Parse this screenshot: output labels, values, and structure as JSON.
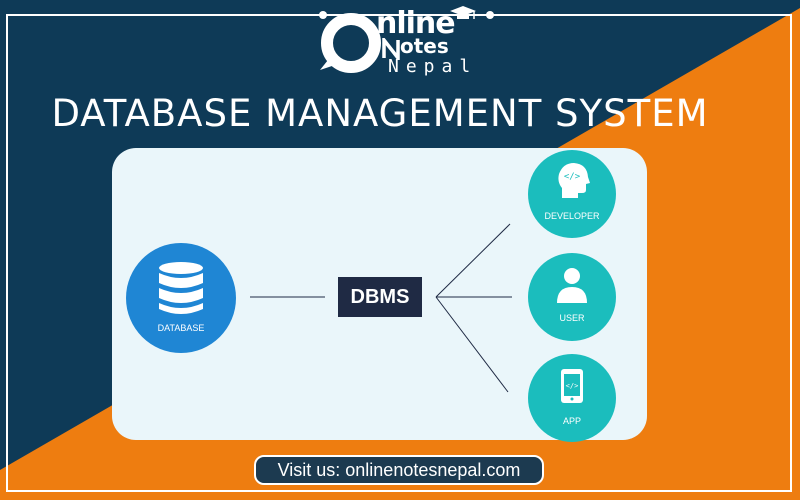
{
  "logo": {
    "line1": "nline",
    "line2": "otes",
    "line3": "Nepal"
  },
  "title": "DATABASE MANAGEMENT SYSTEM",
  "database": {
    "label": "DATABASE"
  },
  "dbms": {
    "label": "DBMS"
  },
  "nodes": [
    {
      "label": "DEVELOPER",
      "icon": "developer-head-icon"
    },
    {
      "label": "USER",
      "icon": "user-icon"
    },
    {
      "label": "APP",
      "icon": "mobile-app-icon"
    }
  ],
  "footer": {
    "visit": "Visit us: onlinenotesnepal.com"
  },
  "colors": {
    "navy": "#0e3a57",
    "orange": "#ee7d10",
    "database_blue": "#1f86d4",
    "teal": "#1bbdbd",
    "dbms_box": "#1f2a44",
    "card": "#eaf6fa"
  }
}
